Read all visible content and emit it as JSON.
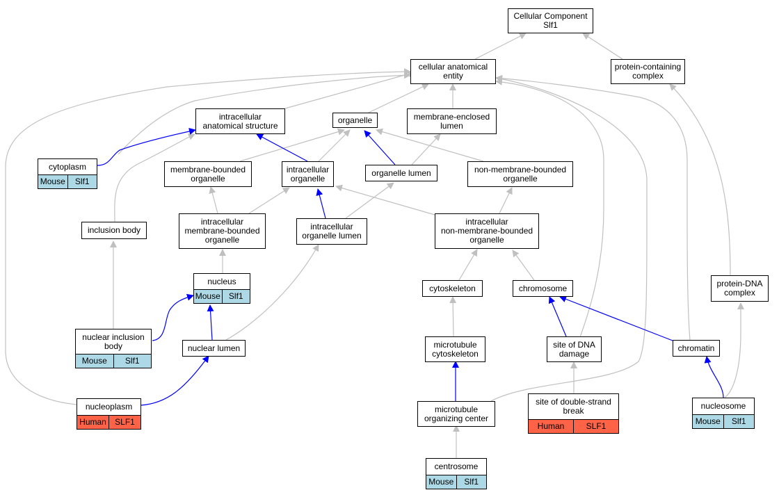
{
  "colors": {
    "is_a_edge": "#c0c0c0",
    "part_of_edge": "#0000ff",
    "mouse_fill": "#add8e6",
    "human_fill": "#ff6347"
  },
  "nodes": {
    "root": {
      "label": "Cellular Component\nSlf1"
    },
    "anat": {
      "label": "cellular anatomical\nentity"
    },
    "pcc": {
      "label": "protein-containing\ncomplex"
    },
    "ias": {
      "label": "intracellular\nanatomical structure"
    },
    "organelle": {
      "label": "organelle"
    },
    "mel": {
      "label": "membrane-enclosed\nlumen"
    },
    "cyto": {
      "label": "cytoplasm",
      "species": "Mouse",
      "gene": "Slf1"
    },
    "mbo": {
      "label": "membrane-bounded\norganelle"
    },
    "io": {
      "label": "intracellular\norganelle"
    },
    "ol": {
      "label": "organelle lumen"
    },
    "nmbo": {
      "label": "non-membrane-bounded\norganelle"
    },
    "ib": {
      "label": "inclusion body"
    },
    "imbo": {
      "label": "intracellular\nmembrane-bounded\norganelle"
    },
    "iol": {
      "label": "intracellular\norganelle lumen"
    },
    "inmbo": {
      "label": "intracellular\nnon-membrane-bounded\norganelle"
    },
    "nucleus": {
      "label": "nucleus",
      "species": "Mouse",
      "gene": "Slf1"
    },
    "cytosk": {
      "label": "cytoskeleton"
    },
    "chrom": {
      "label": "chromosome"
    },
    "pdc": {
      "label": "protein-DNA\ncomplex"
    },
    "nib": {
      "label": "nuclear inclusion\nbody",
      "species": "Mouse",
      "gene": "Slf1"
    },
    "nl": {
      "label": "nuclear lumen"
    },
    "mtc": {
      "label": "microtubule\ncytoskeleton"
    },
    "sdd": {
      "label": "site of DNA\ndamage"
    },
    "chromatin": {
      "label": "chromatin"
    },
    "nucleoplasm": {
      "label": "nucleoplasm",
      "species": "Human",
      "gene": "SLF1"
    },
    "mtoc": {
      "label": "microtubule\norganizing center"
    },
    "sdsb": {
      "label": "site of double-strand\nbreak",
      "species": "Human",
      "gene": "SLF1"
    },
    "nucleosome": {
      "label": "nucleosome",
      "species": "Mouse",
      "gene": "Slf1"
    },
    "centrosome": {
      "label": "centrosome",
      "species": "Mouse",
      "gene": "Slf1"
    }
  }
}
